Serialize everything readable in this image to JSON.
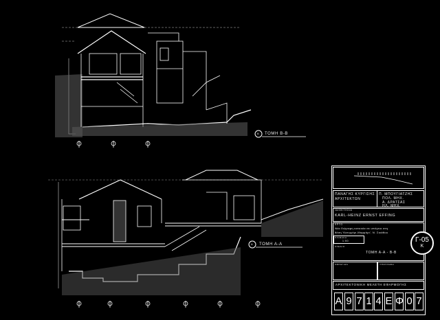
{
  "drawing": {
    "section_bb_label": "ΤΟΜΗ Β-Β",
    "section_bb_marker": "Β",
    "section_aa_label": "ΤΟΜΗ Α-Α",
    "section_aa_marker": "Α"
  },
  "title_block": {
    "architect_name": "ΠΑΝΑΓΗΣ ΚΥΡΓΙΣΗΣ",
    "architect_title": "ΑΡΧΙΤΕΚΤΩΝ",
    "engineer1_name": "Π. ΜΠΟΥΓΙΑΤΖΗΣ",
    "engineer1_title": "ΠΟΛ. ΜΗΧ.",
    "engineer2_name": "Α. ΔΡΑΤΣΑΣ",
    "engineer2_title": "ΗΛ. ΜΗΧ.",
    "owner_label": "ΙΔΙΟΚΤΗΣΙΑ",
    "owner": "KARL-HEINZ ERNST EFFING",
    "project_label": "ΕΡΓΟ",
    "project_line1": "Νέα διώροφη κατοικία σε υπόγειο στη",
    "project_line2": "θέση 'Κατωμέρι-Μαρμάρι', Ν. Σκιάθου",
    "scale_label": "ΚΛΙΜΑΚΑ",
    "scale": "1:50",
    "drawing_label": "ΣΧΕΔΙΟ",
    "drawing_title": "ΤΟΜΗ Α-Α - Β-Β",
    "stamp_label": "ΣΦΡΑΓΙΔΑ",
    "signature_label": "ΥΠΟΓΡΑΦΗ",
    "study_type": "ΑΡΧΙΤΕΚΤΟΝΙΚΗ ΜΕΛΕΤΗ ΕΦΑΡΜΟΓΗΣ",
    "sheet_number": "Γ-05",
    "sheet_sub": "Κ",
    "code": [
      "Α",
      "9",
      "7",
      "1",
      "4",
      "Ε",
      "Φ",
      "0",
      "7"
    ]
  }
}
